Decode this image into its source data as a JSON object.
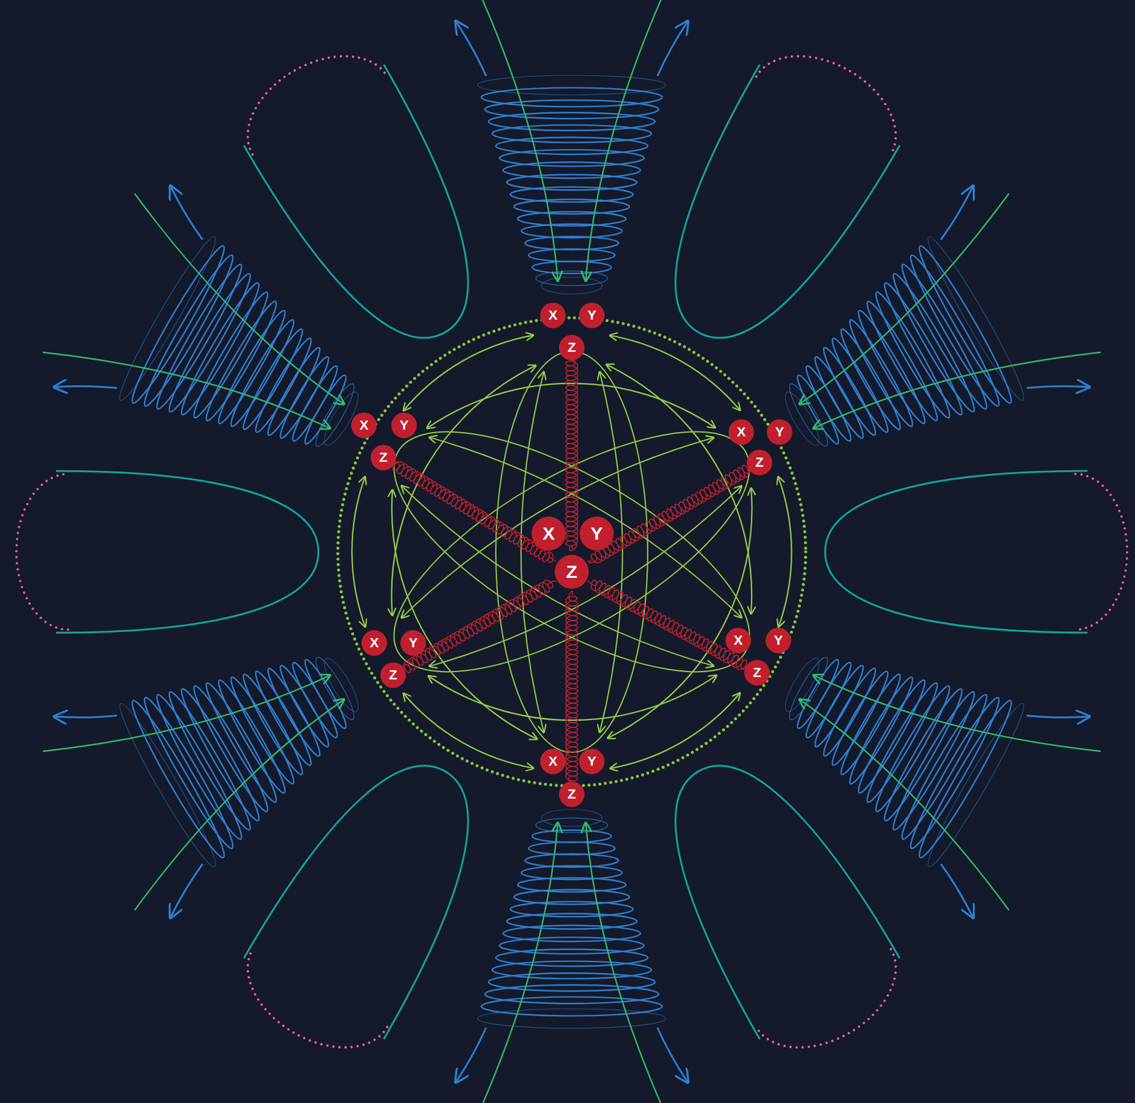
{
  "diagram": {
    "nodes": [
      {
        "text": [
          "X"
        ]
      },
      {
        "text": [
          "Y"
        ]
      },
      {
        "text": [
          "Z"
        ]
      },
      {
        "text": [
          "X"
        ]
      },
      {
        "text": [
          "Y"
        ]
      },
      {
        "text": [
          "Z"
        ]
      },
      {
        "text": [
          "X"
        ]
      },
      {
        "text": [
          "Y"
        ]
      },
      {
        "text": [
          "Z"
        ]
      },
      {
        "text": [
          "X"
        ]
      },
      {
        "text": [
          "Y"
        ]
      },
      {
        "text": [
          "Z"
        ]
      },
      {
        "text": [
          "X"
        ]
      },
      {
        "text": [
          "Y"
        ]
      },
      {
        "text": [
          "Z"
        ]
      },
      {
        "text": [
          "X"
        ]
      },
      {
        "text": [
          "Y"
        ]
      },
      {
        "text": [
          "Z"
        ]
      },
      {
        "text": [
          "X"
        ]
      },
      {
        "text": [
          "Y"
        ]
      },
      {
        "text": [
          "Z"
        ]
      }
    ],
    "edges": [
      {
        "from": 2,
        "to": 11,
        "arrow": "none"
      },
      {
        "from": 5,
        "to": 11,
        "arrow": "none"
      },
      {
        "from": 8,
        "to": 11,
        "arrow": "none"
      },
      {
        "from": 14,
        "to": 11,
        "arrow": "none"
      },
      {
        "from": 17,
        "to": 11,
        "arrow": "none"
      },
      {
        "from": 20,
        "to": 11,
        "arrow": "none"
      }
    ]
  }
}
